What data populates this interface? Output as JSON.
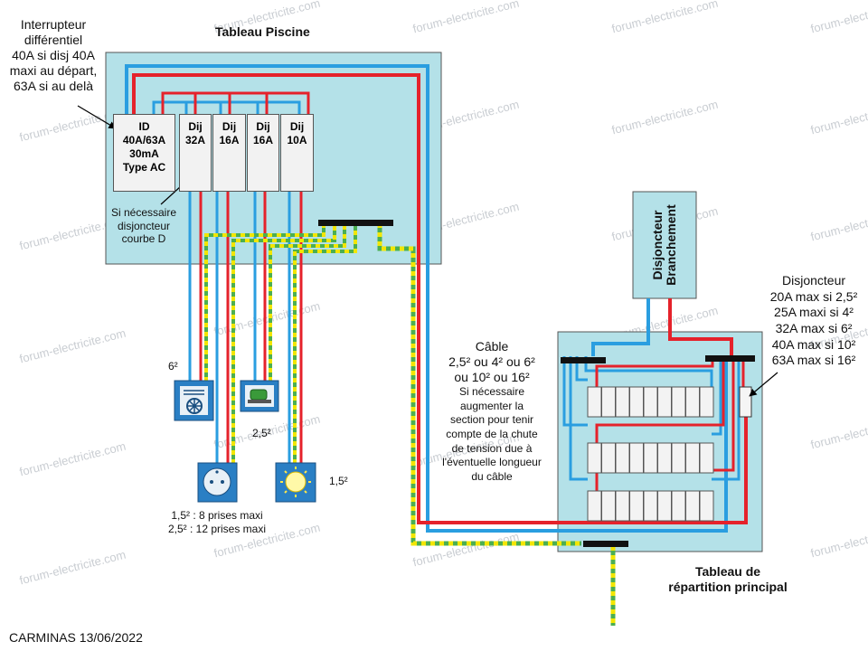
{
  "watermark": "forum-electricite.com",
  "colors": {
    "phase": "#e5222b",
    "neutral": "#2a9ee0",
    "earth_green": "#4caf50",
    "earth_yellow": "#f2e600",
    "panel": "#b4e1e8"
  },
  "pool_panel": {
    "title": "Tableau Piscine",
    "id_breaker": {
      "lines": [
        "ID",
        "40A/63A",
        "30mA",
        "Type AC"
      ]
    },
    "breakers": [
      {
        "lines": [
          "Dij",
          "32A"
        ]
      },
      {
        "lines": [
          "Dij",
          "16A"
        ]
      },
      {
        "lines": [
          "Dij",
          "16A"
        ]
      },
      {
        "lines": [
          "Dij",
          "10A"
        ]
      }
    ]
  },
  "id_note": {
    "lines": [
      "Interrupteur",
      "différentiel",
      "40A si disj 40A",
      "maxi au départ,",
      "63A si au delà"
    ]
  },
  "curve_note": {
    "lines": [
      "Si nécessaire",
      "disjoncteur",
      "courbe D"
    ]
  },
  "loads": {
    "heat_pump_section": "6²",
    "pump_section": "2,5²",
    "socket_note": {
      "lines": [
        "1,5² : 8 prises maxi",
        "2,5² : 12 prises maxi"
      ]
    },
    "light_section": "1,5²"
  },
  "cable_note": {
    "title": "Câble",
    "sections": [
      "2,5² ou 4² ou 6²",
      "ou 10² ou 16²"
    ],
    "lines": [
      "Si nécessaire",
      "augmenter la",
      "section pour tenir",
      "compte de la chute",
      "de tension due à",
      "l'éventuelle  longueur",
      "du câble"
    ]
  },
  "branchement": {
    "lines": [
      "Disjoncteur",
      "Branchement"
    ]
  },
  "breaker_note": {
    "lines": [
      "Disjoncteur",
      "20A max si 2,5²",
      "25A maxi si 4²",
      "32A max si 6²",
      "40A max si 10²",
      "63A max si 16²"
    ]
  },
  "main_panel": {
    "lines": [
      "Tableau de",
      "répartition principal"
    ]
  },
  "signature": "CARMINAS 13/06/2022"
}
